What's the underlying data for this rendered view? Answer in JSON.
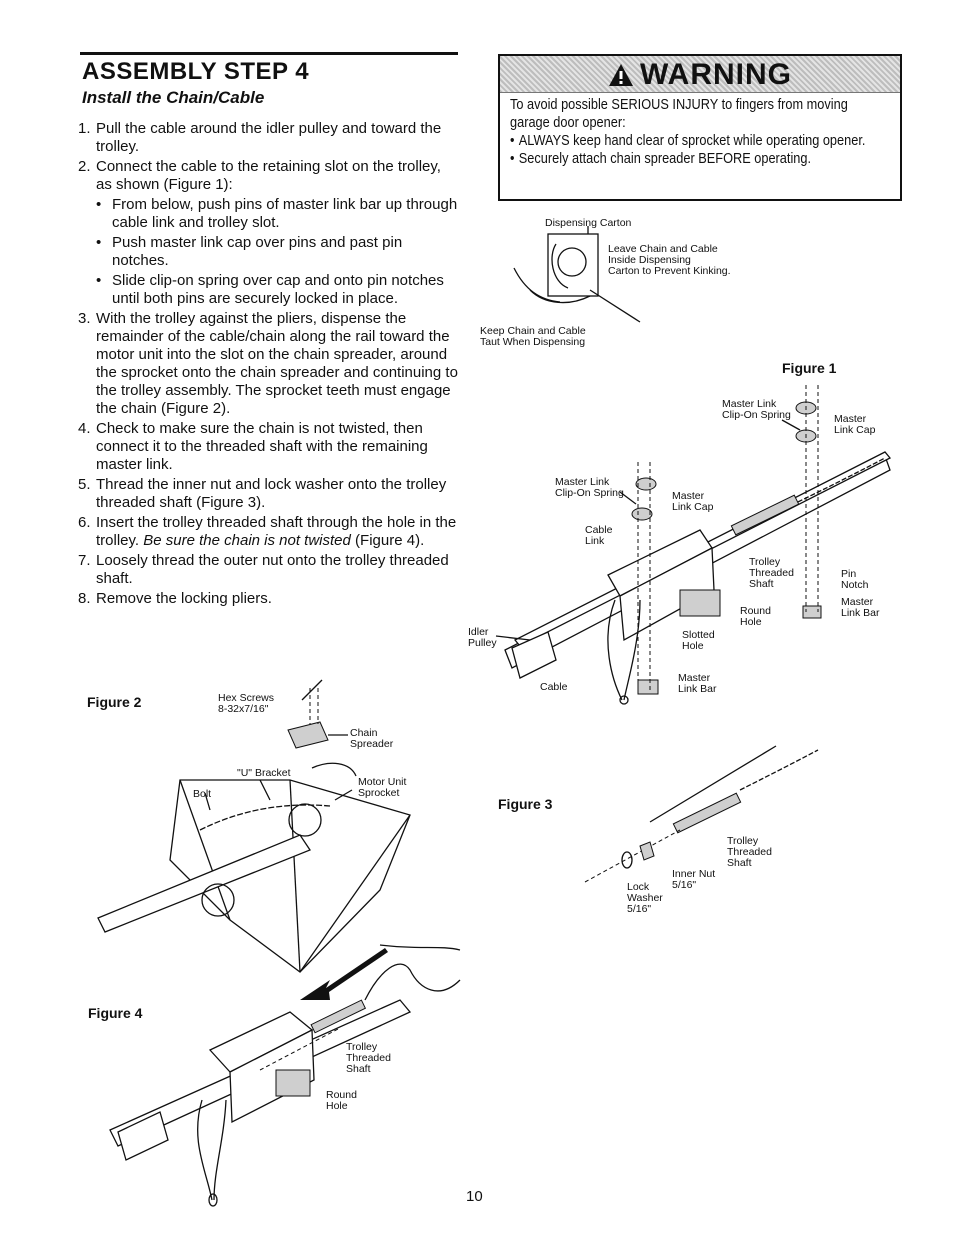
{
  "section": {
    "title": "ASSEMBLY STEP 4",
    "subtitle": "Install the Chain/Cable"
  },
  "steps": [
    {
      "num": "1.",
      "text": "Pull the cable around the idler pulley and toward the trolley."
    },
    {
      "num": "2.",
      "text": "Connect the cable to the retaining slot on the trolley, as shown (Figure 1):"
    },
    {
      "num": "3.",
      "text": "With the trolley against the pliers, dispense the remainder of the cable/chain along the rail toward the motor unit into the slot on the chain spreader, around the sprocket onto the chain spreader and continuing to the trolley assembly. The sprocket teeth must engage the chain (Figure 2)."
    },
    {
      "num": "4.",
      "text": "Check to make sure the chain is not twisted, then connect it to the threaded shaft with the remaining master link."
    },
    {
      "num": "5.",
      "text": "Thread the inner nut and lock washer onto the trolley threaded shaft (Figure 3)."
    },
    {
      "num": "6.",
      "text": "Insert the trolley threaded shaft through the hole in the trolley.",
      "italic": "Be sure the chain is not twisted",
      "after": "(Figure 4)."
    },
    {
      "num": "7.",
      "text": "Loosely thread the outer nut onto the trolley threaded shaft."
    },
    {
      "num": "8.",
      "text": "Remove the locking pliers."
    }
  ],
  "sub_bullets": [
    "From below, push pins of master link bar up through cable link and trolley slot.",
    "Push master link cap over pins and past pin notches.",
    "Slide clip-on spring over cap and onto pin notches until both pins are securely locked in place."
  ],
  "warning": {
    "title": "WARNING",
    "intro": "To avoid possible SERIOUS INJURY to fingers from moving garage door opener:",
    "bullets": [
      "ALWAYS keep hand clear of sprocket while operating opener.",
      "Securely attach chain spreader BEFORE operating."
    ]
  },
  "carton": {
    "dispensing_carton": "Dispensing Carton",
    "leave_chain": "Leave Chain and Cable\nInside Dispensing\nCarton to Prevent Kinking.",
    "keep_taut": "Keep Chain and Cable\nTaut When Dispensing"
  },
  "figure1": {
    "label": "Figure 1",
    "master_link_clip_1": "Master Link\nClip-On Spring",
    "master_link_cap_1": "Master\nLink Cap",
    "master_link_clip_2": "Master Link\nClip-On Spring",
    "master_link_cap_2": "Master\nLink Cap",
    "cable_link": "Cable\nLink",
    "trolley_threaded_shaft": "Trolley\nThreaded\nShaft",
    "pin_notch": "Pin\nNotch",
    "master_link_bar_1": "Master\nLink Bar",
    "round_hole": "Round\nHole",
    "slotted_hole": "Slotted\nHole",
    "idler_pulley": "Idler\nPulley",
    "cable": "Cable",
    "master_link_bar_2": "Master\nLink Bar"
  },
  "figure2": {
    "label": "Figure 2",
    "hex_screws": "Hex Screws\n8-32x7/16\"",
    "chain_spreader": "Chain\nSpreader",
    "u_bracket": "\"U\" Bracket",
    "bolt": "Bolt",
    "motor_unit_sprocket": "Motor Unit\nSprocket"
  },
  "figure3": {
    "label": "Figure 3",
    "trolley_threaded_shaft": "Trolley\nThreaded\nShaft",
    "inner_nut": "Inner Nut\n5/16\"",
    "lock_washer": "Lock\nWasher\n5/16\""
  },
  "figure4": {
    "label": "Figure 4",
    "trolley_threaded_shaft": "Trolley\nThreaded\nShaft",
    "round_hole": "Round\nHole"
  },
  "page_number": "10"
}
